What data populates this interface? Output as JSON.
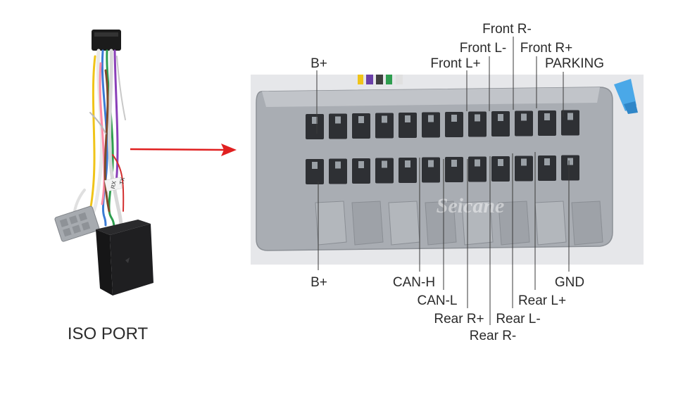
{
  "watermark": "Seicane",
  "caption": "ISO PORT",
  "harness": {
    "tag_top": "TX",
    "tag_bottom": "RX"
  },
  "colors": {
    "arrow": "#e02020",
    "connector": "#a9adb3",
    "leader": "#3a3a3a",
    "box": "#1c1c1e"
  },
  "pins": {
    "top": [
      {
        "id": "b-plus-top",
        "text": "B+"
      },
      {
        "id": "front-l-plus",
        "text": "Front L+"
      },
      {
        "id": "front-l-minus",
        "text": "Front L-"
      },
      {
        "id": "front-r-minus",
        "text": "Front R-"
      },
      {
        "id": "front-r-plus",
        "text": "Front R+"
      },
      {
        "id": "parking",
        "text": "PARKING"
      }
    ],
    "bottom": [
      {
        "id": "b-plus-bottom",
        "text": "B+"
      },
      {
        "id": "can-h",
        "text": "CAN-H"
      },
      {
        "id": "can-l",
        "text": "CAN-L"
      },
      {
        "id": "rear-r-plus",
        "text": "Rear R+"
      },
      {
        "id": "rear-r-minus",
        "text": "Rear R-"
      },
      {
        "id": "rear-l-minus",
        "text": "Rear L-"
      },
      {
        "id": "rear-l-plus",
        "text": "Rear L+"
      },
      {
        "id": "gnd",
        "text": "GND"
      }
    ]
  }
}
